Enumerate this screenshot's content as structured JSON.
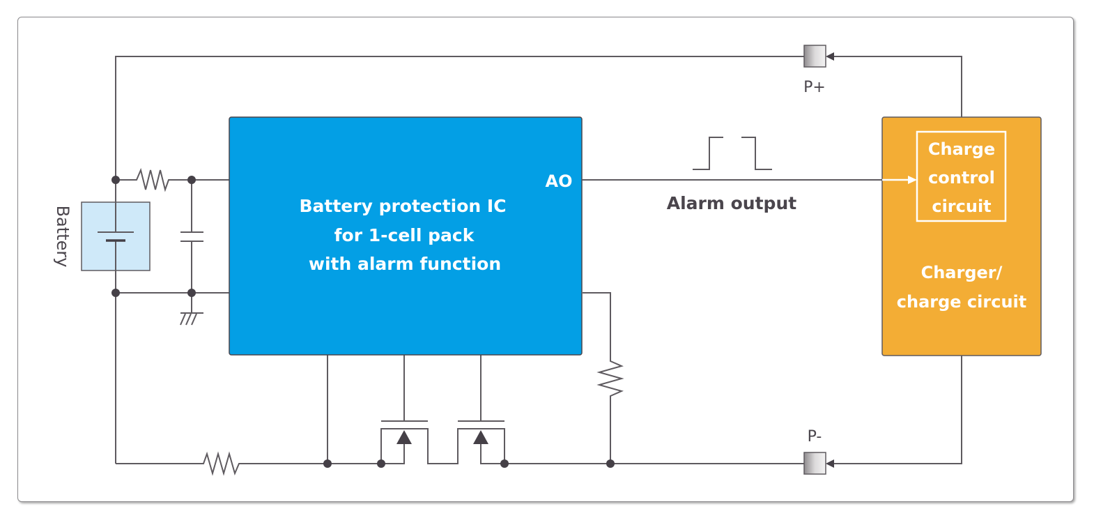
{
  "diagram": {
    "ic": {
      "title_lines": [
        "Battery protection IC",
        "for 1-cell pack",
        "with alarm function"
      ],
      "pin_label": "AO",
      "color": "#039fe5"
    },
    "charger": {
      "inner_lines": [
        "Charge",
        "control",
        "circuit"
      ],
      "outer_lines": [
        "Charger/",
        "charge circuit"
      ],
      "color": "#f3ad35"
    },
    "battery": {
      "label": "Battery",
      "color": "#cfe9f9"
    },
    "terminals": {
      "positive": "P+",
      "negative": "P-"
    },
    "signal_label": "Alarm output",
    "wire_color": "#5e5a5f"
  }
}
